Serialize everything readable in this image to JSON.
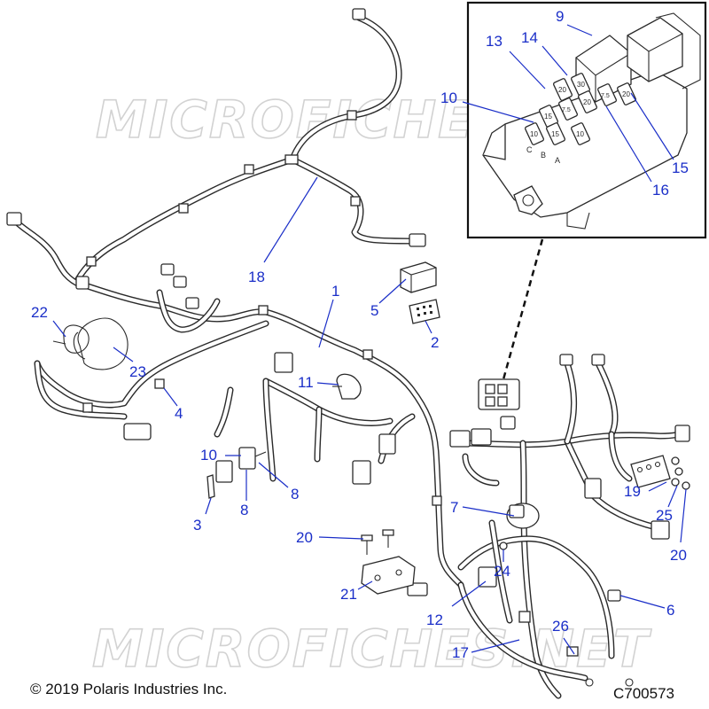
{
  "watermark": {
    "text": "MICROFICHES",
    "text_bottom": "MICROFICHES.NET"
  },
  "footer": {
    "copyright": "© 2019 Polaris Industries Inc.",
    "part_code": "C700573"
  },
  "colors": {
    "callout": "#1a2ec8",
    "line_art": "#2a2a2a",
    "watermark": "#d2d2d2"
  },
  "callouts": {
    "c1": "1",
    "c2": "2",
    "c3": "3",
    "c4": "4",
    "c5": "5",
    "c6": "6",
    "c7": "7",
    "c8a": "8",
    "c8b": "8",
    "c10": "10",
    "c11": "11",
    "c12": "12",
    "c17": "17",
    "c18": "18",
    "c19": "19",
    "c20a": "20",
    "c20b": "20",
    "c21": "21",
    "c22": "22",
    "c23": "23",
    "c24": "24",
    "c25": "25",
    "c26": "26"
  },
  "inset": {
    "callouts": {
      "c9": "9",
      "c10": "10",
      "c13": "13",
      "c14": "14",
      "c15": "15",
      "c16": "16"
    },
    "fuse_labels": [
      "20",
      "30",
      "15",
      "7.5",
      "20",
      "7.5",
      "10",
      "15",
      "10",
      "20"
    ],
    "slot_letters": [
      "C",
      "B",
      "A"
    ]
  }
}
